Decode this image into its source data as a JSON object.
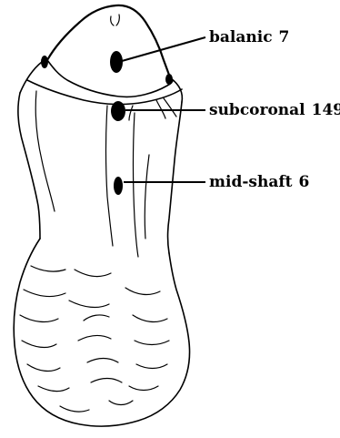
{
  "markers": [
    {
      "id": "balanic",
      "name": "balanic",
      "count": "7"
    },
    {
      "id": "subcoronal",
      "name": "subcoronal",
      "count": "149"
    },
    {
      "id": "mid-shaft",
      "name": "mid-shaft",
      "count": "6"
    }
  ],
  "colors": {
    "ink": "#000000",
    "background": "#ffffff"
  }
}
